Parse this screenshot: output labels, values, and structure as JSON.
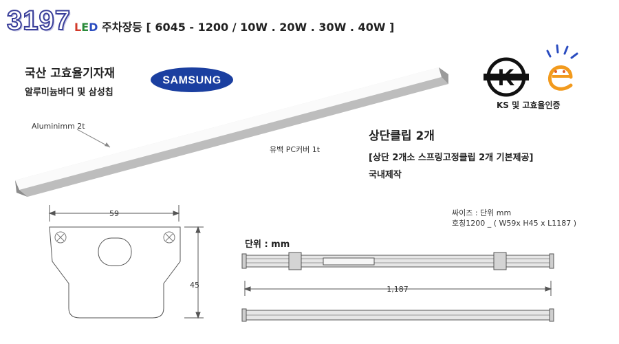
{
  "header": {
    "model_number": "3197",
    "led_l": "L",
    "led_e": "E",
    "led_d": "D",
    "title": "주차장등 [ 6045 - 1200 / 10W . 20W . 30W . 40W ]"
  },
  "features": {
    "heading": "국산 고효율기자재",
    "subheading": "알루미늄바디 및 삼성칩",
    "brand": "SAMSUNG",
    "body_label": "Aluminimm 2t",
    "cover_label": "유백 PC커버 1t"
  },
  "certification": {
    "ks_mark": "K",
    "label": "KS 및 고효율인증"
  },
  "clip": {
    "title": "상단클립 2개",
    "subtitle": "[상단 2개소 스프링고정클립 2개 기본제공]",
    "made_in": "국내제작"
  },
  "profile_drawing": {
    "width_value": "59",
    "height_value": "45"
  },
  "length_drawing": {
    "unit_label": "단위 : mm",
    "length_value": "1,187"
  },
  "spec": {
    "size_unit": "싸이즈 : 단위 mm",
    "call_size": "호칭1200 _ ( W59x H45 x L1187 )"
  },
  "colors": {
    "model_stroke": "#3a3f9a",
    "samsung_blue": "#1b3fa0",
    "cert_orange": "#f29a1d",
    "led_red": "#d23a2a",
    "led_green": "#2a8a3a",
    "led_blue": "#2a4cc0"
  }
}
